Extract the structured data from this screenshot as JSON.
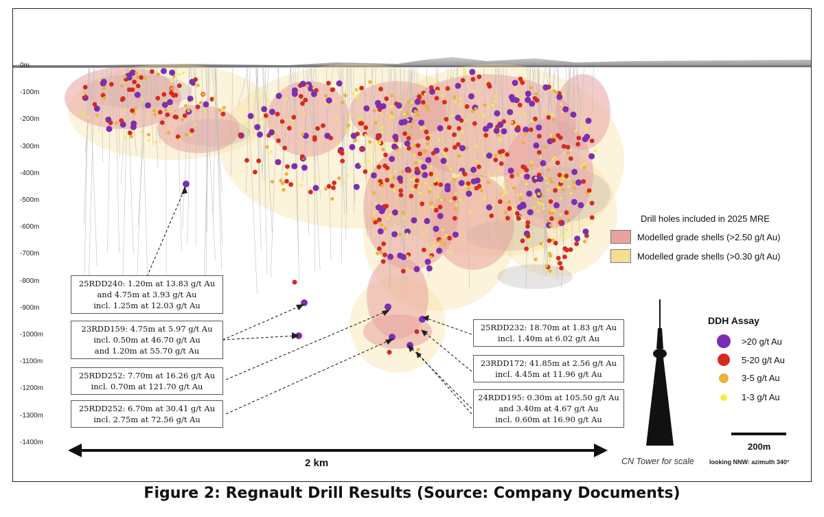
{
  "caption": "Figure 2: Regnault Drill Results (Source: Company Documents)",
  "depth_labels": [
    "0m",
    "-100m",
    "-200m",
    "-300m",
    "-400m",
    "-500m",
    "-600m",
    "-700m",
    "-800m",
    "-900m",
    "-1000m",
    "-1100m",
    "-1200m",
    "-1300m",
    "-1400m"
  ],
  "legend": {
    "drill_holes": "Drill holes included in 2025 MRE",
    "shell_high": "Modelled grade shells (>2.50 g/t Au)",
    "shell_low": "Modelled grade shells (>0.30 g/t Au)",
    "shell_high_color": "#e8a3a0",
    "shell_low_color": "#f6dd94"
  },
  "assay": {
    "title": "DDH Assay",
    "items": [
      {
        "label": ">20 g/t Au",
        "color": "#7b2fb0"
      },
      {
        "label": "5-20 g/t Au",
        "color": "#d62a1e"
      },
      {
        "label": "3-5 g/t Au",
        "color": "#e9b23a"
      },
      {
        "label": "1-3 g/t Au",
        "color": "#f2ee3a"
      }
    ]
  },
  "callouts": {
    "c240": [
      "25RDD240: 1.20m at 13.83 g/t Au",
      "and 4.75m at 3.93 g/t Au",
      "incl. 1.25m at 12.03 g/t Au"
    ],
    "c159": [
      "23RDD159: 4.75m at 5.97 g/t Au",
      "incl. 0.50m at 46.70 g/t Au",
      "and 1.20m at 55.70 g/t Au"
    ],
    "c252a": [
      "25RDD252: 7.70m at 16.26 g/t Au",
      "incl. 0.70m at 121.70 g/t Au"
    ],
    "c252b": [
      "25RDD252: 6.70m at 30.41 g/t Au",
      "incl. 2.75m at 72.56 g/t Au"
    ],
    "c232": [
      "25RDD232: 18.70m at 1.83 g/t Au",
      "incl. 1.40m at 6.02 g/t Au"
    ],
    "c172": [
      "23RDD172: 41.85m at 2.56 g/t Au",
      "incl. 4.45m at 11.96 g/t Au"
    ],
    "c195": [
      "24RDD195: 0.30m at 105.50 g/t Au",
      "and 3.40m at 4.67 g/t Au",
      "incl. 0.60m at 16.90 g/t Au"
    ]
  },
  "distance_label": "2 km",
  "tower_label": "CN Tower for scale",
  "view_label": "looking NNW: azimuth 340°",
  "scale_bar_label": "200m"
}
